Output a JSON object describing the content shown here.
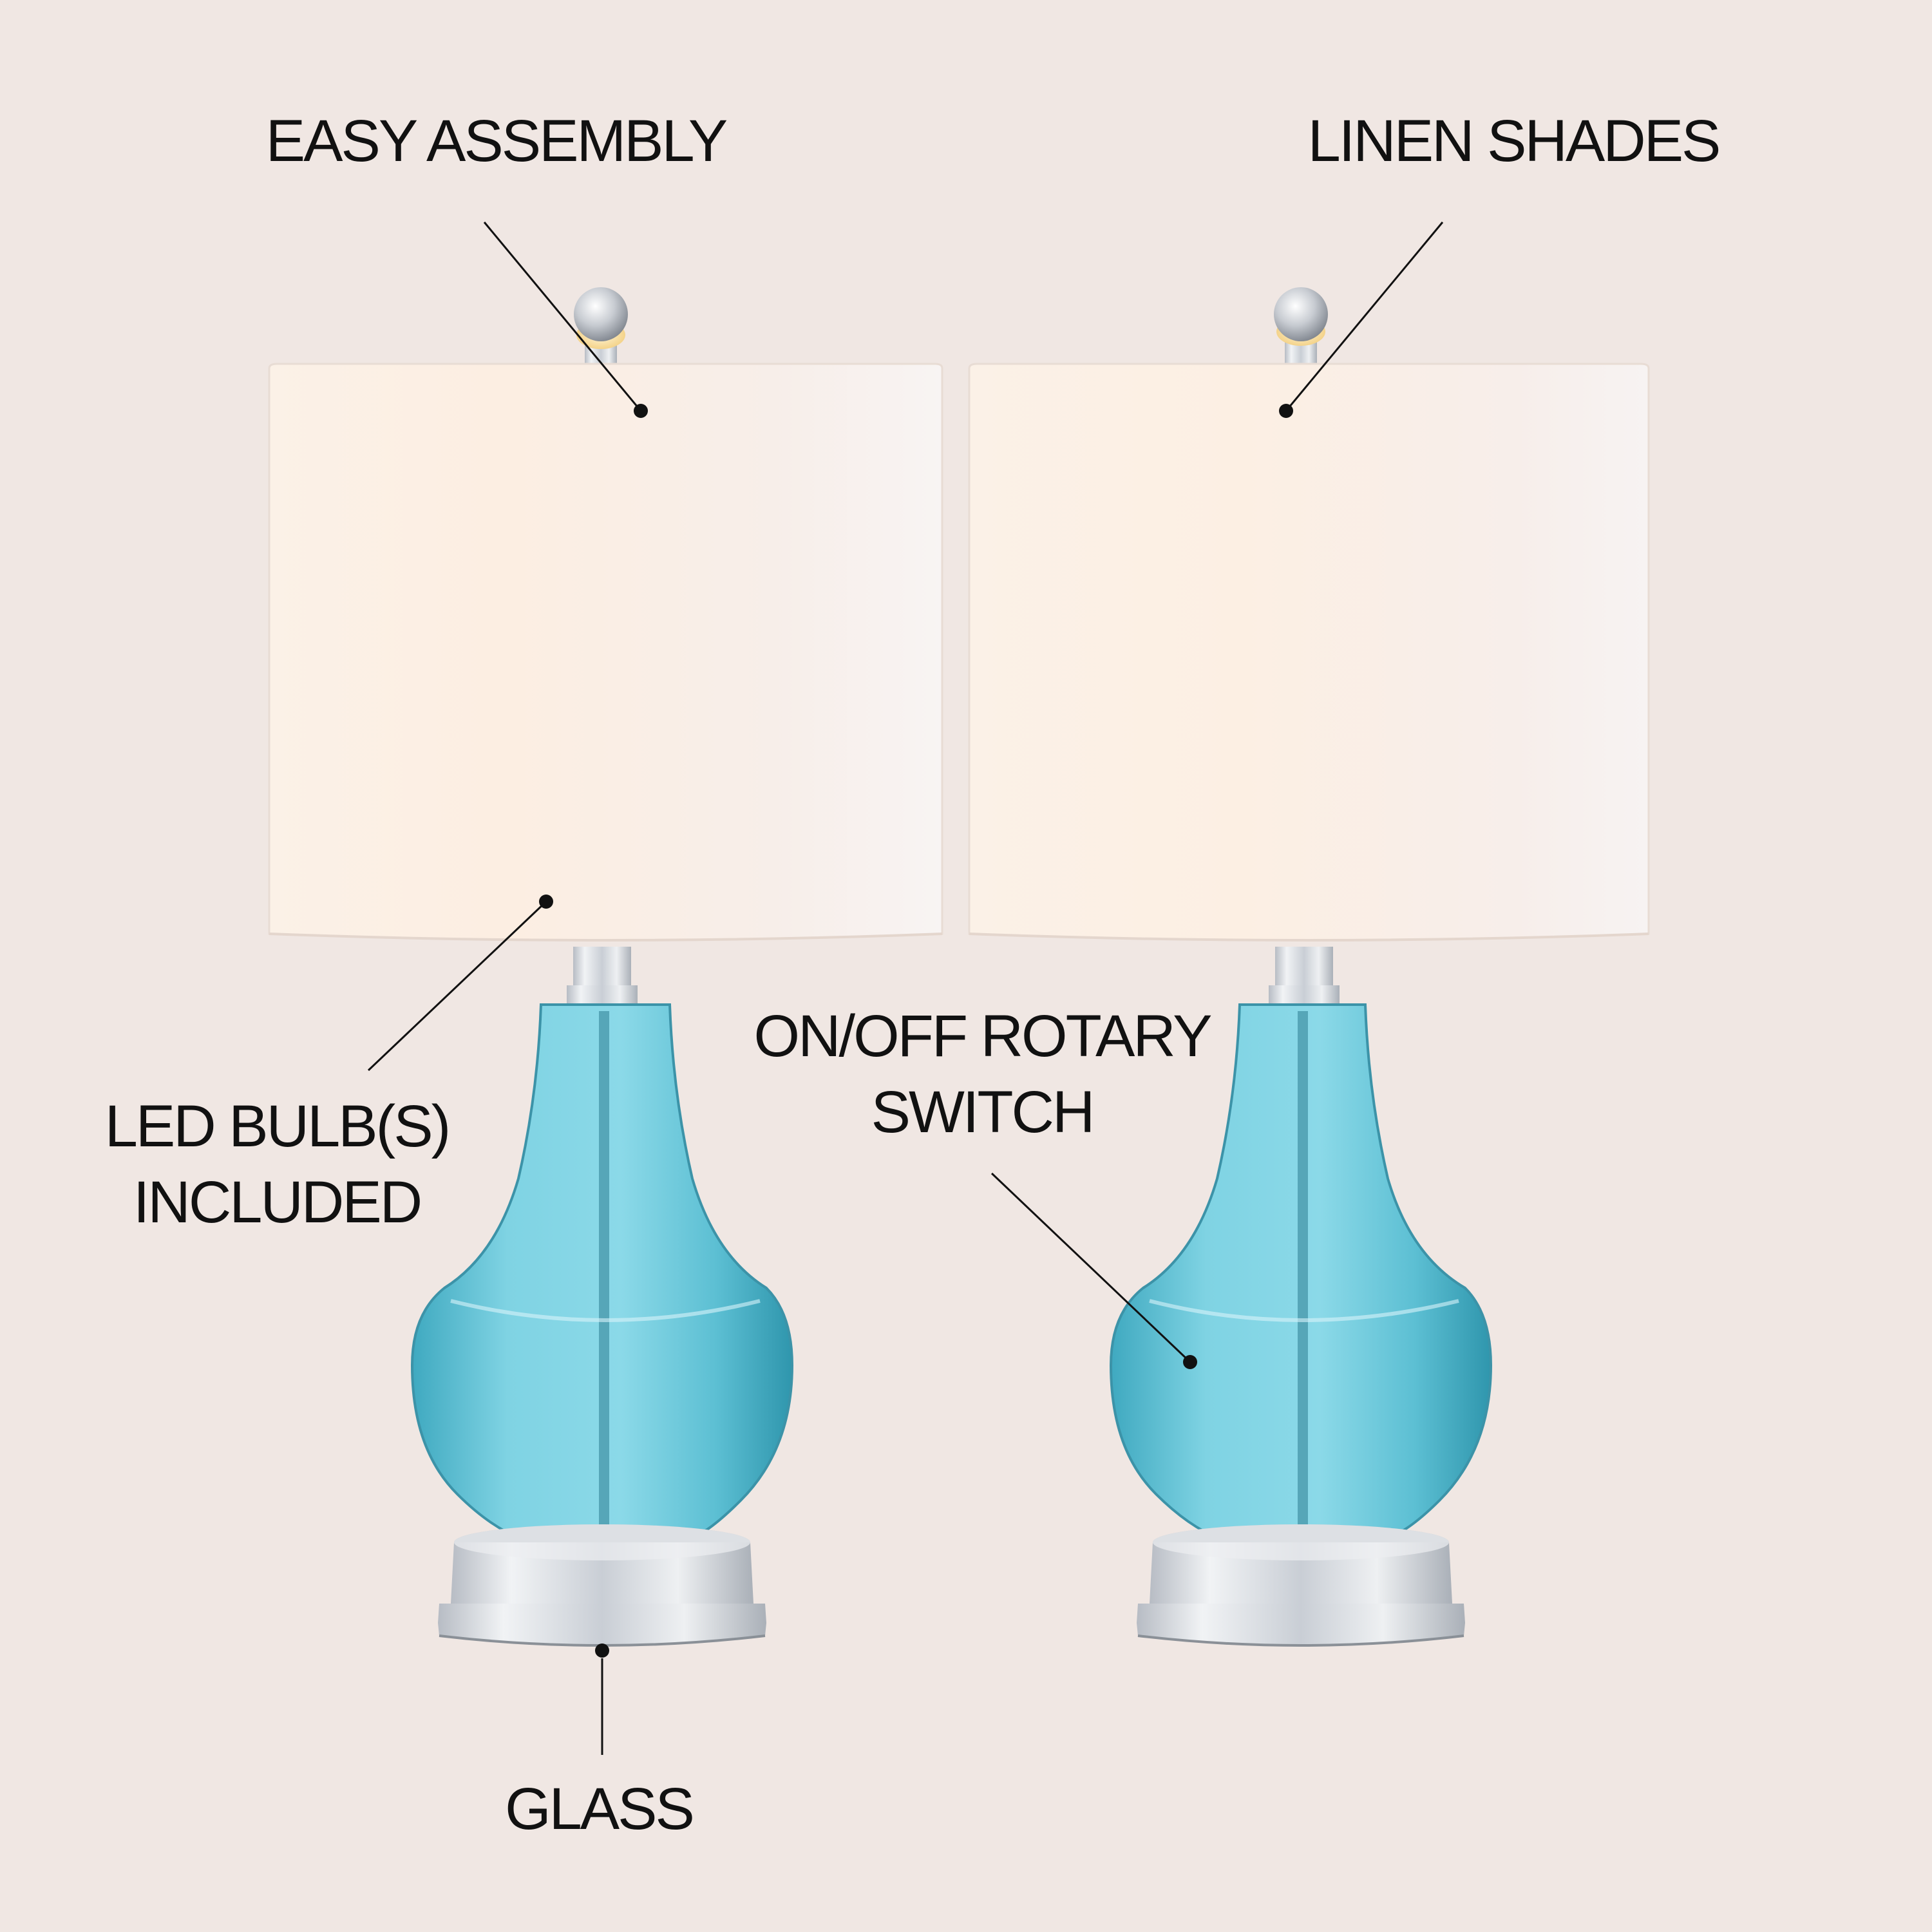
{
  "callouts": {
    "easy_assembly": "EASY ASSEMBLY",
    "linen_shades": "LINEN SHADES",
    "rotary_switch_line1": "ON/OFF ROTARY",
    "rotary_switch_line2": "SWITCH",
    "led_bulbs_line1": "LED BULB(S)",
    "led_bulbs_line2": "INCLUDED",
    "glass": "GLASS"
  },
  "colors": {
    "background": "#f0e7e3",
    "shade": "#f8f0e6",
    "glass": "#6ec8d8",
    "chrome": "#d6d9de",
    "callout_text": "#111111"
  }
}
